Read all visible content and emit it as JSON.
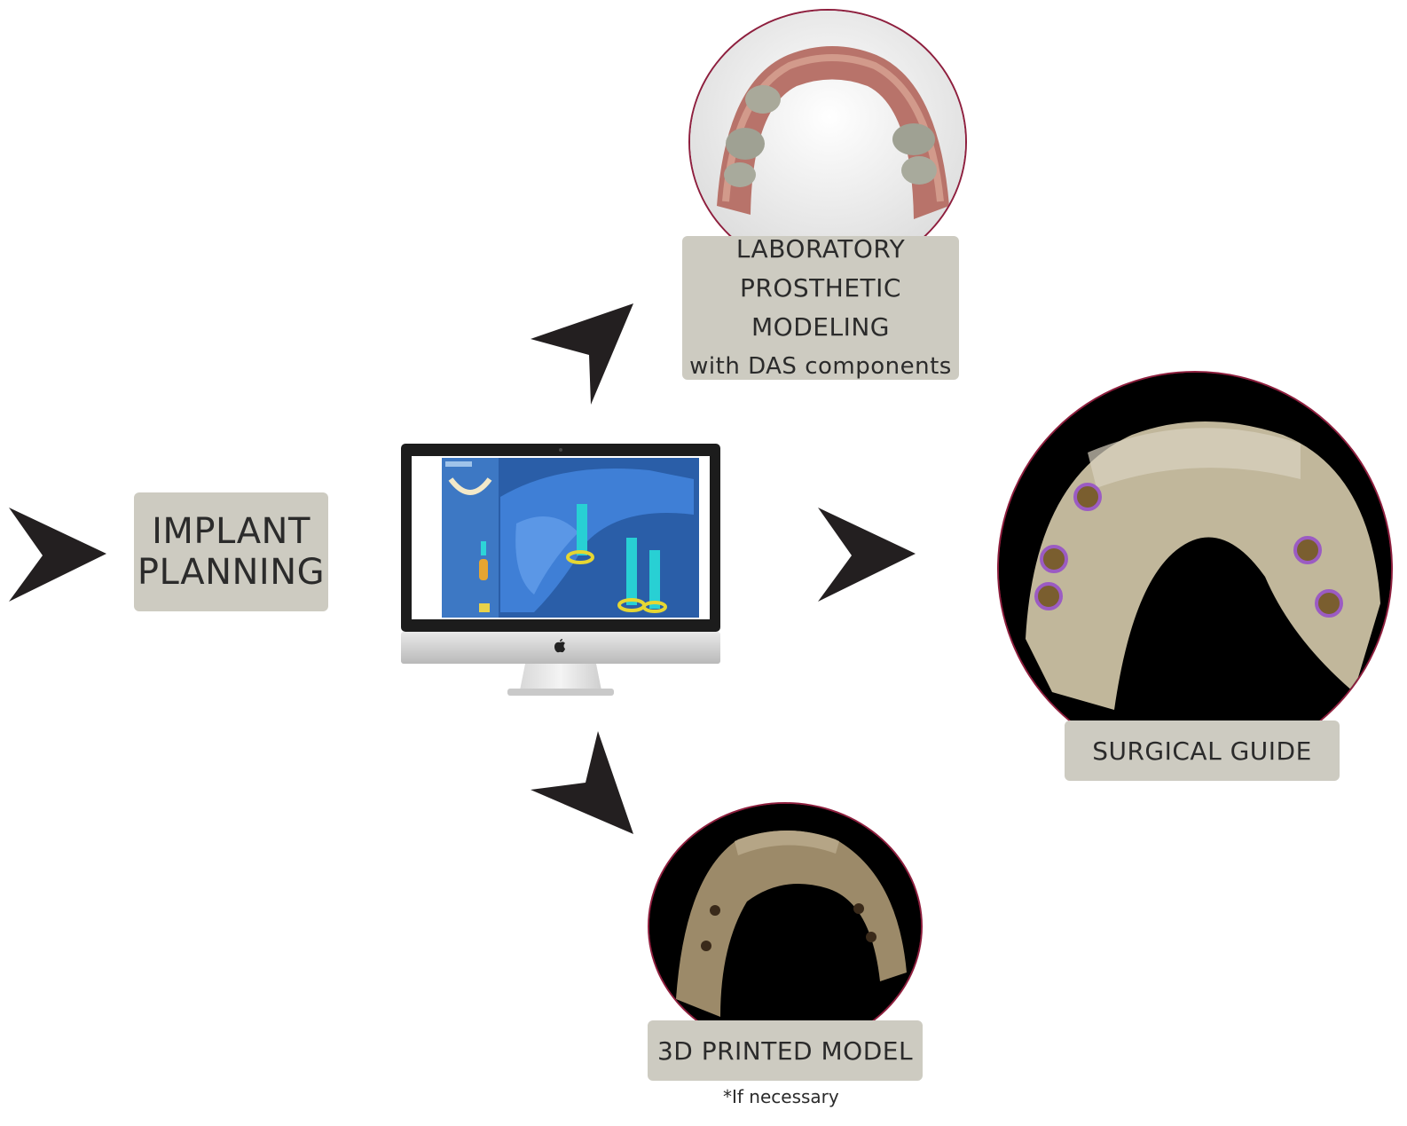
{
  "labels": {
    "implant_planning": [
      "IMPLANT",
      "PLANNING"
    ],
    "lab_modeling": [
      "LABORATORY",
      "PROSTHETIC MODELING",
      "with DAS components"
    ],
    "surgical_guide": "SURGICAL GUIDE",
    "printed_model": "3D PRINTED MODEL"
  },
  "footnote": "*If necessary",
  "colors": {
    "box_fill": "#cdcbc1",
    "circle_border": "#8e1f3e",
    "arrow": "#231f20",
    "screen_bg": "#2a5ea8"
  },
  "icons": [
    "arrow-right-icon",
    "arrow-up-right-icon",
    "arrow-down-right-icon",
    "apple-logo-icon"
  ]
}
